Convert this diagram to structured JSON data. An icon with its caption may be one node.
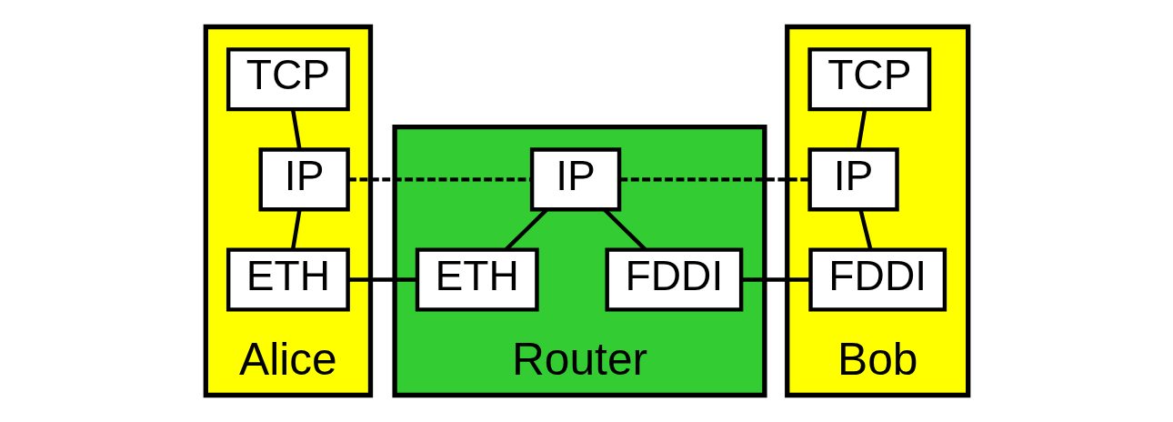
{
  "diagram": {
    "nodes": [
      {
        "text": [
          "Alice"
        ]
      },
      {
        "text": [
          "TCP"
        ],
        "in": 0
      },
      {
        "text": [
          "IP"
        ],
        "in": 0
      },
      {
        "text": [
          "ETH"
        ],
        "in": 0
      },
      {
        "text": [
          "Router"
        ]
      },
      {
        "text": [
          "IP"
        ],
        "in": 4
      },
      {
        "text": [
          "ETH"
        ],
        "in": 4
      },
      {
        "text": [
          "FDDI"
        ],
        "in": 4
      },
      {
        "text": [
          "Bob"
        ]
      },
      {
        "text": [
          "TCP"
        ],
        "in": 8
      },
      {
        "text": [
          "IP"
        ],
        "in": 8
      },
      {
        "text": [
          "FDDI"
        ],
        "in": 8
      }
    ],
    "edges": [
      {
        "from": 1,
        "to": 2,
        "arrow": "none"
      },
      {
        "from": 2,
        "to": 3,
        "arrow": "none"
      },
      {
        "from": 2,
        "to": 5,
        "arrow": "none",
        "style": "dashed"
      },
      {
        "from": 5,
        "to": 10,
        "arrow": "none",
        "style": "dashed"
      },
      {
        "from": 3,
        "to": 6,
        "arrow": "none"
      },
      {
        "from": 5,
        "to": 6,
        "arrow": "none"
      },
      {
        "from": 5,
        "to": 7,
        "arrow": "none"
      },
      {
        "from": 7,
        "to": 11,
        "arrow": "none"
      },
      {
        "from": 9,
        "to": 10,
        "arrow": "none"
      },
      {
        "from": 10,
        "to": 11,
        "arrow": "none"
      }
    ]
  }
}
